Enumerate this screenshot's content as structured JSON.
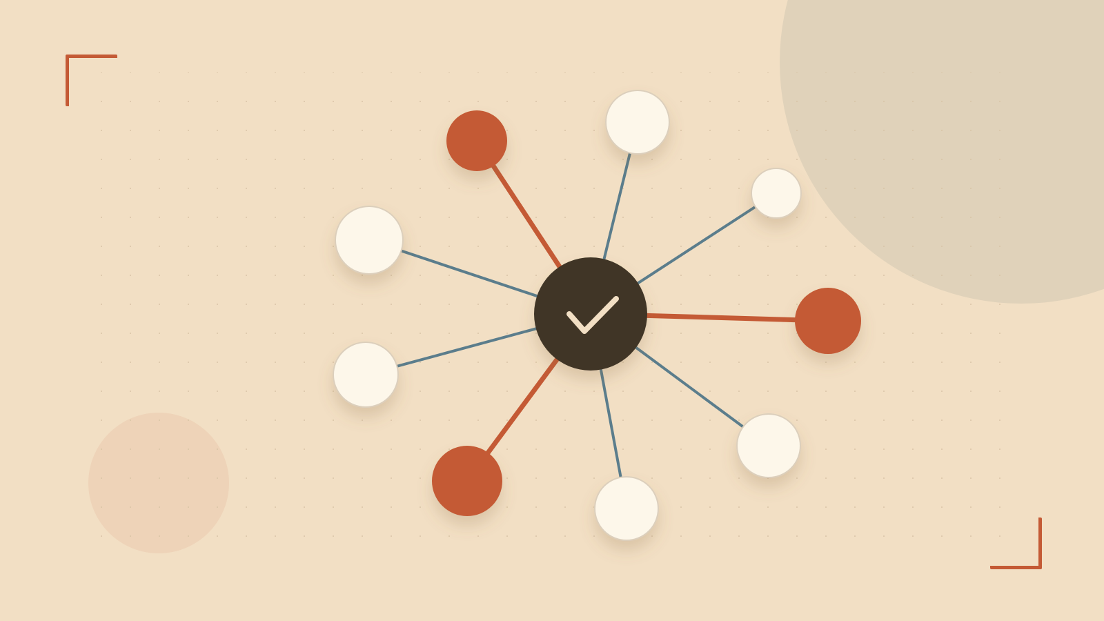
{
  "diagram": {
    "hub": {
      "icon": "checkmark-icon",
      "color": "#3f3628",
      "icon_color": "#f2dfc4"
    },
    "colors": {
      "accent": "#c45a35",
      "neutral_link": "#5b7d8c",
      "neutral_node": "#fdf7ea",
      "background": "#f2dfc4"
    },
    "nodes": [
      {
        "id": "node-top-left",
        "kind": "accent"
      },
      {
        "id": "node-top",
        "kind": "neutral"
      },
      {
        "id": "node-top-right",
        "kind": "neutral"
      },
      {
        "id": "node-right",
        "kind": "accent"
      },
      {
        "id": "node-bottom-right",
        "kind": "neutral"
      },
      {
        "id": "node-bottom",
        "kind": "neutral"
      },
      {
        "id": "node-bottom-left",
        "kind": "accent"
      },
      {
        "id": "node-left-lower",
        "kind": "neutral"
      },
      {
        "id": "node-left-upper",
        "kind": "neutral"
      }
    ]
  }
}
